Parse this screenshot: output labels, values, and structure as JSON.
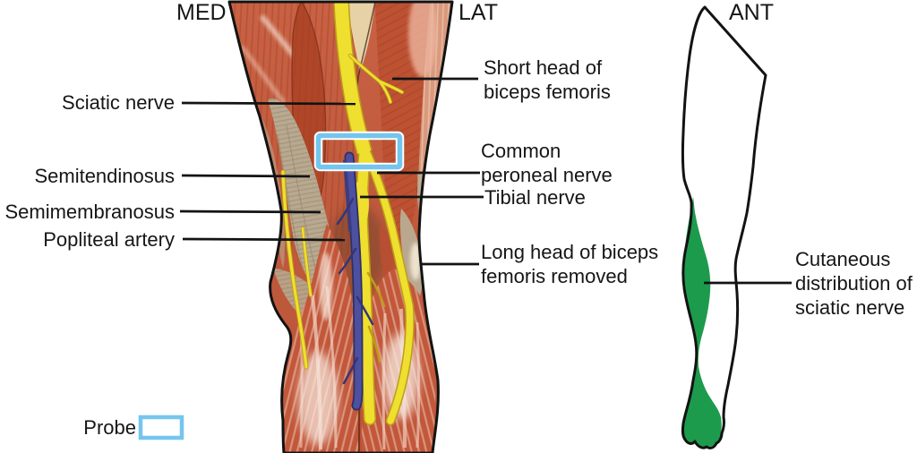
{
  "orientation": {
    "med": "MED",
    "lat": "LAT",
    "ant": "ANT"
  },
  "anatomy_labels": {
    "sciatic_nerve": "Sciatic nerve",
    "semitendinosus": "Semitendinosus",
    "semimembranosus": "Semimembranosus",
    "popliteal_artery": "Popliteal artery",
    "short_head": "Short head of biceps femoris",
    "common_peroneal": "Common peroneal nerve",
    "tibial_nerve": "Tibial nerve",
    "long_head_removed": "Long head of biceps femoris removed",
    "cutaneous_distribution": "Cutaneous distribution of sciatic nerve"
  },
  "legend": {
    "probe": "Probe"
  },
  "colors": {
    "outline_black": "#131313",
    "probe_blue": "#74c6ee",
    "cutaneous_green": "#1d9b4d",
    "nerve_yellow": "#efdf2f",
    "nerve_yellow_dark": "#bc9e18",
    "vessel_blue": "#4d4f9f",
    "vessel_blue_dark": "#2e2f63",
    "muscle_red": "#c05a3d",
    "muscle_red_dark": "#9c3a22",
    "muscle_pink": "#dca083",
    "muscle_highlight": "#f7e8dc",
    "tendon_beige": "#b8ad94",
    "tendon_cream": "#e9d8ae"
  }
}
